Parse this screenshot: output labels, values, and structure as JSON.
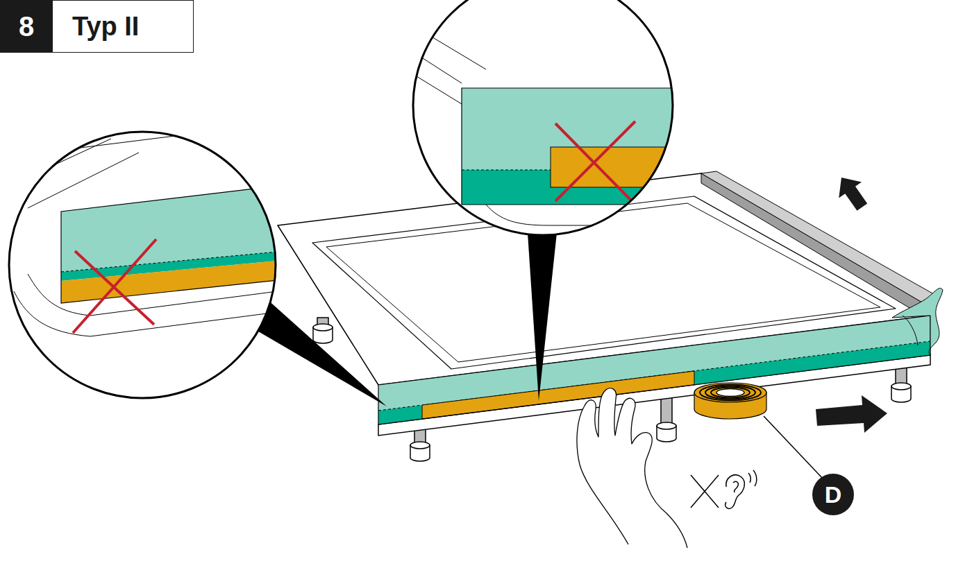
{
  "diagram": {
    "nodes": [
      {
        "text": [
          "8"
        ]
      },
      {
        "text": [
          "Typ II"
        ]
      },
      {
        "text": [
          "D"
        ]
      }
    ]
  }
}
